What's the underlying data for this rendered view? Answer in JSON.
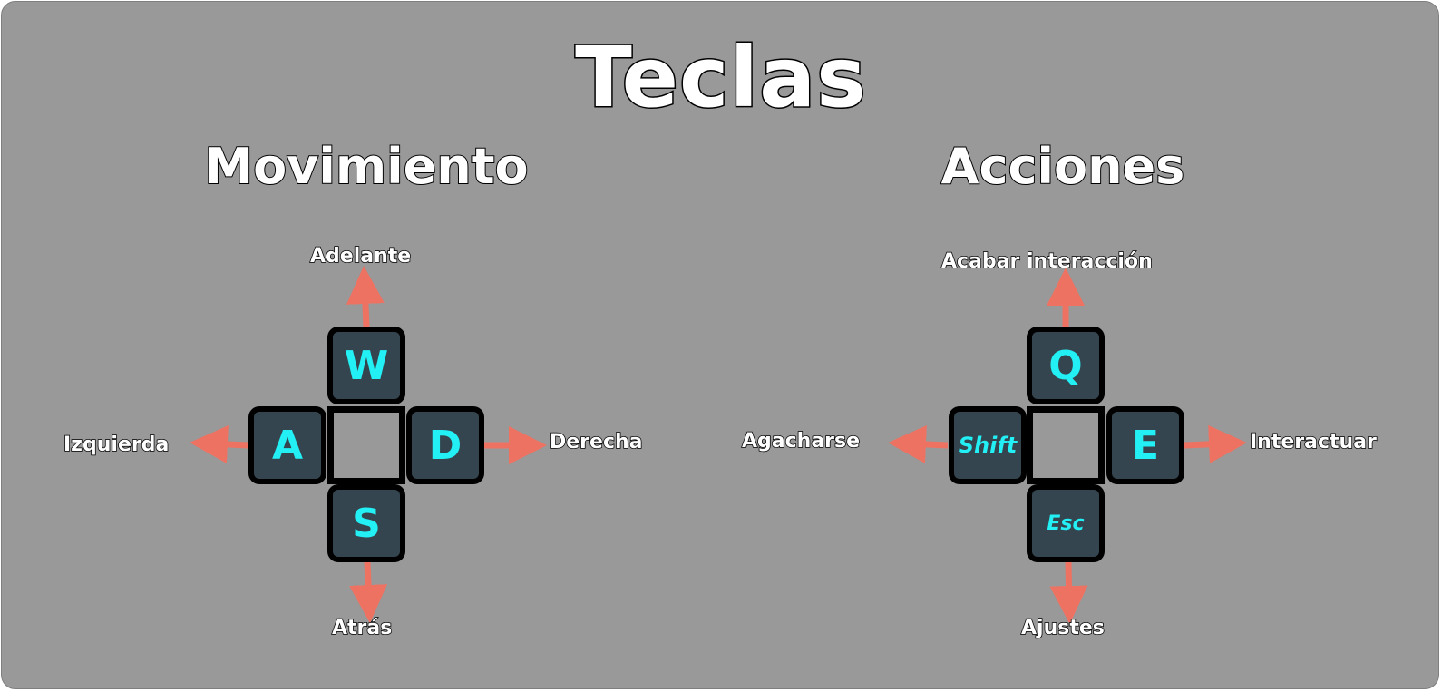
{
  "title": "Teclas",
  "movement": {
    "heading": "Movimiento",
    "keys": {
      "up": "W",
      "left": "A",
      "right": "D",
      "down": "S"
    },
    "labels": {
      "up": "Adelante",
      "left": "Izquierda",
      "right": "Derecha",
      "down": "Atrás"
    }
  },
  "actions": {
    "heading": "Acciones",
    "keys": {
      "up": "Q",
      "left": "Shift",
      "right": "E",
      "down": "Esc"
    },
    "labels": {
      "up": "Acabar interacción",
      "left": "Agacharse",
      "right": "Interactuar",
      "down": "Ajustes"
    }
  },
  "colors": {
    "background": "#999999",
    "key_face": "#34454f",
    "key_text": "#22f0f5",
    "arrow": "#ee7262"
  }
}
